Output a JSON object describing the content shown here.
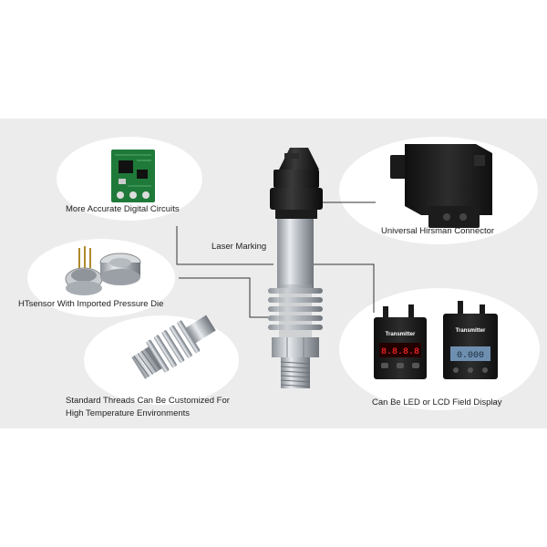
{
  "labels": {
    "digital_circuits": "More Accurate Digital Circuits",
    "laser_marking": "Laser Marking",
    "hirsman_connector": "Universal Hirsman Connector",
    "htsensor": "HTsensor With Imported Pressure Die",
    "threads_line1": "Standard Threads Can Be Customized For",
    "threads_line2": "High Temperature Environments",
    "display": "Can Be LED or LCD Field Display"
  },
  "display_module": {
    "brand": "Transmitter",
    "led_value": "8.8.8.8",
    "lcd_value": "0.000"
  },
  "colors": {
    "background_band": "#ececec",
    "pcb_green": "#1f7a3a",
    "led_red": "#e02020",
    "lcd_blue": "#6e8fb0",
    "steel": "#b9bec4",
    "connector_black": "#1a1a1a"
  }
}
